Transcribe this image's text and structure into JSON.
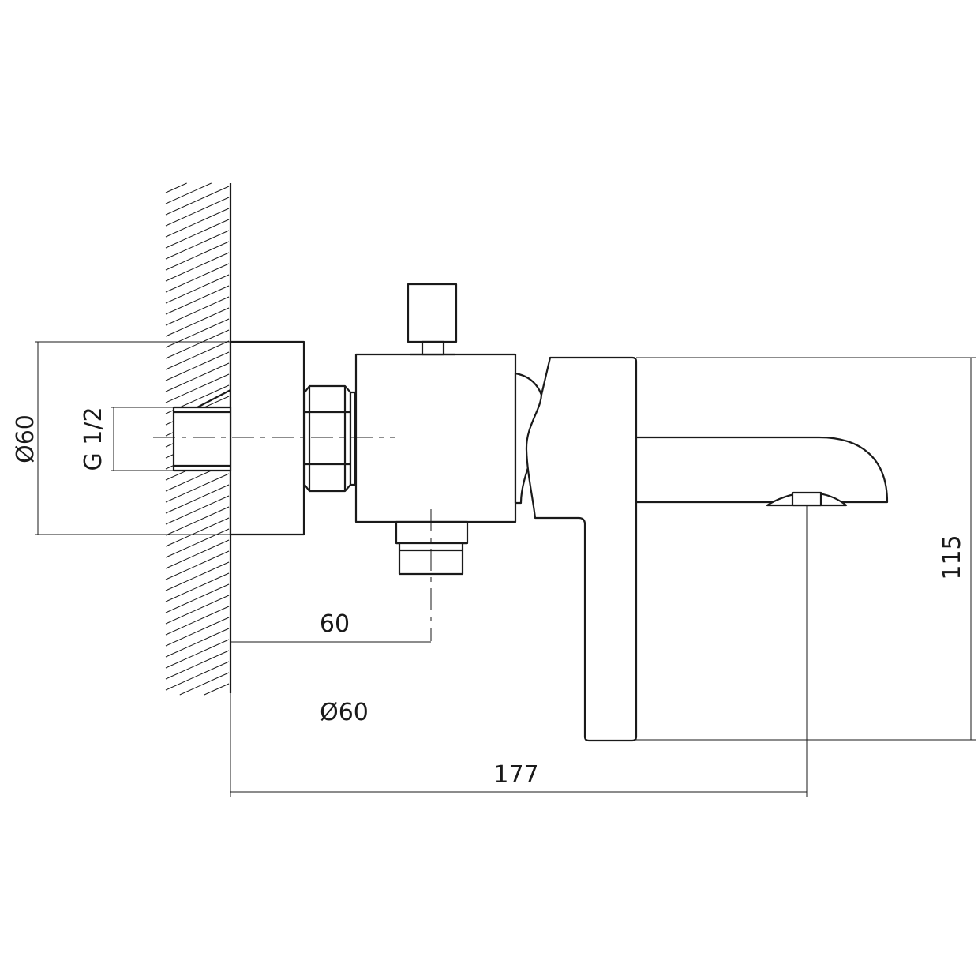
{
  "drawing": {
    "labels": {
      "flange_diameter": "Ø60",
      "thread": "G 1/2",
      "outlet_distance": "60",
      "rosette_diameter": "Ø60",
      "projection": "177",
      "height": "115"
    }
  }
}
